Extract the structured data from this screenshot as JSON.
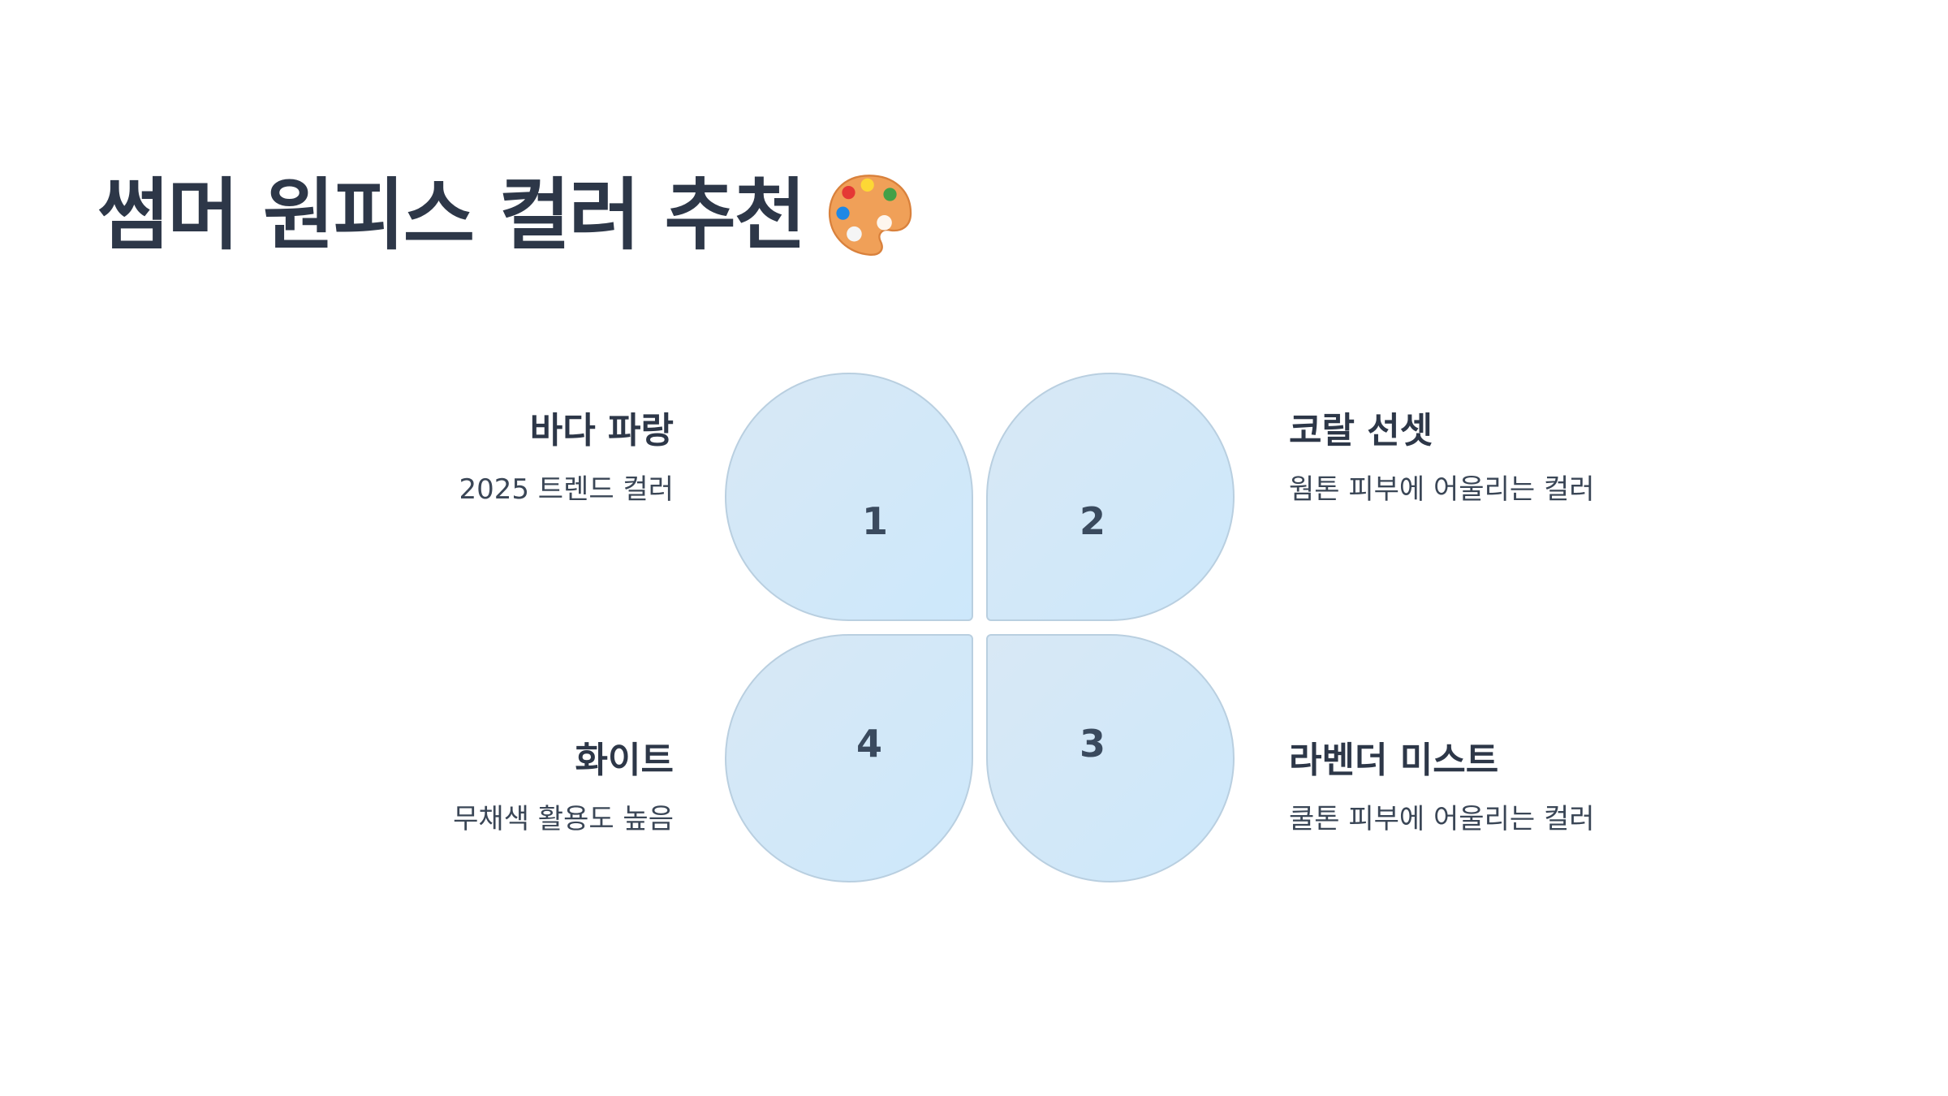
{
  "title": "썸머 원피스 컬러 추천",
  "title_icon": "artist-palette-icon",
  "petal_colors": {
    "fill_start": "#d8e8f5",
    "fill_end": "#cde8fb",
    "border": "#b9cfe0"
  },
  "items": [
    {
      "number": "1",
      "title": "바다 파랑",
      "description": "2025 트렌드 컬러"
    },
    {
      "number": "2",
      "title": "코랄 선셋",
      "description": "웜톤 피부에 어울리는 컬러"
    },
    {
      "number": "3",
      "title": "라벤더 미스트",
      "description": "쿨톤 피부에 어울리는 컬러"
    },
    {
      "number": "4",
      "title": "화이트",
      "description": "무채색 활용도 높음"
    }
  ]
}
